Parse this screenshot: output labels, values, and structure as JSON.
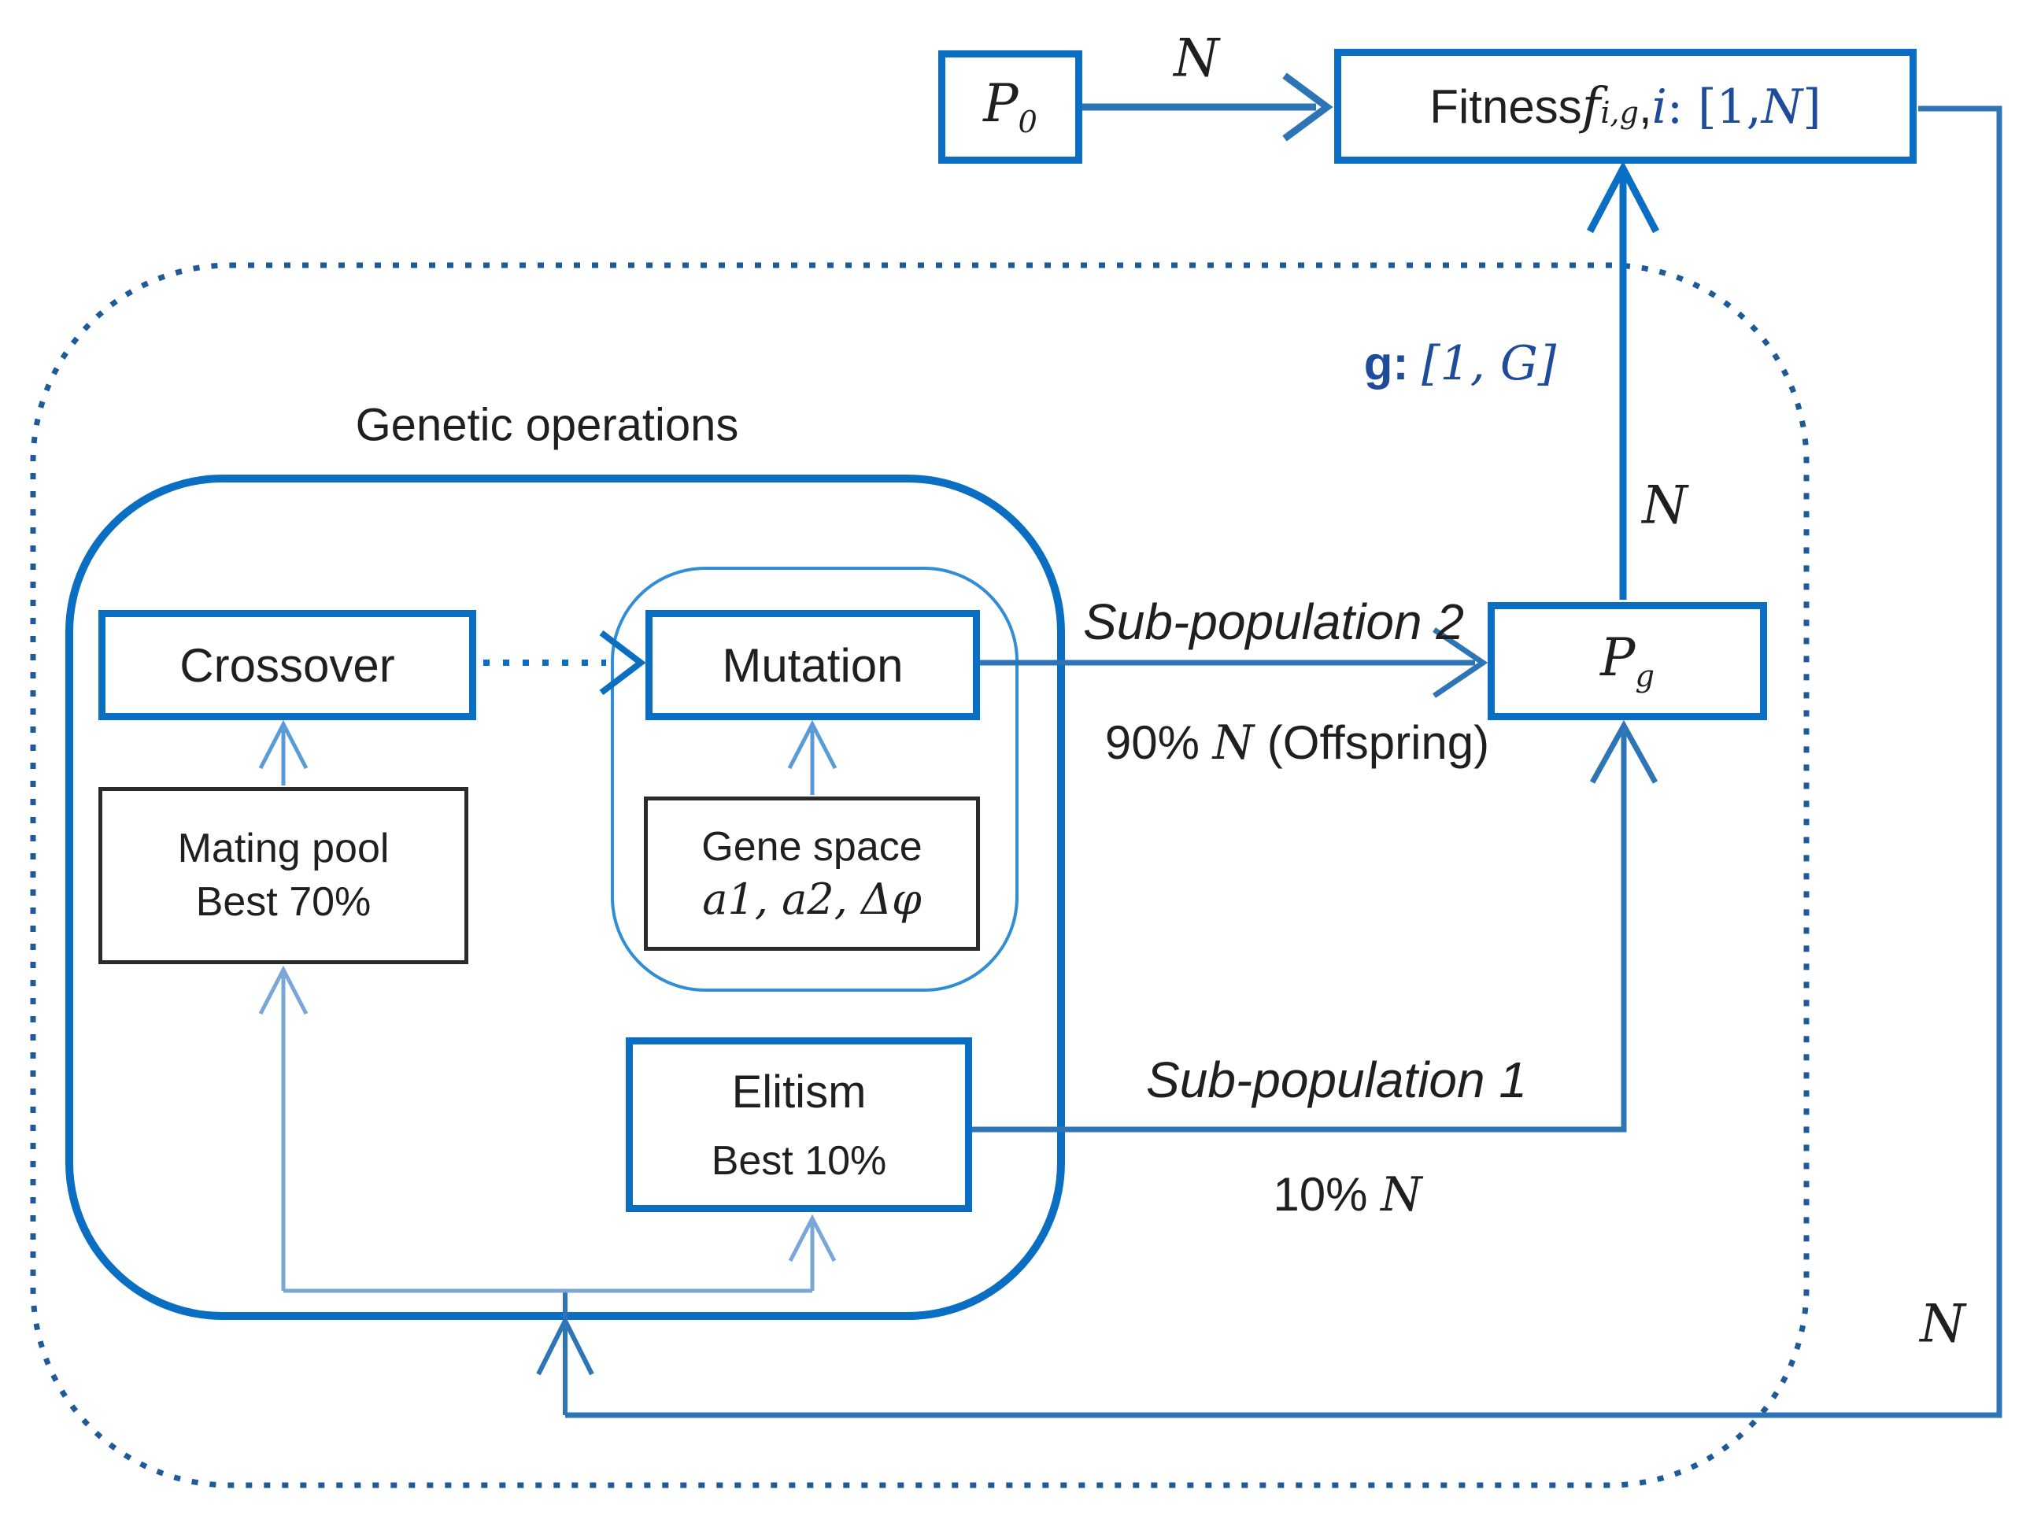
{
  "diagram": {
    "boxes": {
      "p0": {
        "base": "P",
        "sub": "0"
      },
      "fitness": {
        "prefix": "Fitness ",
        "f": "f",
        "f_sub": "i,g",
        "sep": ", ",
        "i": "i",
        "mid": ": [1, ",
        "n": "N",
        "close": "]"
      },
      "crossover": {
        "label": "Crossover"
      },
      "mutation": {
        "label": "Mutation"
      },
      "mating_pool": {
        "line1": "Mating pool",
        "line2": "Best 70%"
      },
      "gene_space": {
        "line1": "Gene space",
        "line2": "a1, a2, Δφ"
      },
      "elitism": {
        "line1": "Elitism",
        "line2": "Best 10%"
      },
      "pg": {
        "base": "P",
        "sub": "g"
      }
    },
    "labels": {
      "n_top": "N",
      "n_mid": "N",
      "n_bottom": "N",
      "g_range": {
        "g": "g: ",
        "range": "[1, G]"
      },
      "genetic_operations": "Genetic operations",
      "sub_population_2": "Sub-population 2",
      "offspring": {
        "pre": "90% ",
        "n": "N",
        "post": " (Offspring)"
      },
      "sub_population_1": "Sub-population 1",
      "ten_percent": {
        "pre": "10% ",
        "n": "N"
      }
    },
    "colors": {
      "primary": "#0a6fc2",
      "medium": "#2e75b6",
      "light": "#5b9bd5",
      "lighter": "#7aa7d8",
      "thin_rect": "#2f8ed5",
      "dotted": "#1e5a99",
      "ink": "#1f1f1f",
      "blue_text": "#1e4c9a",
      "box_black": "#2b2b2b"
    }
  }
}
